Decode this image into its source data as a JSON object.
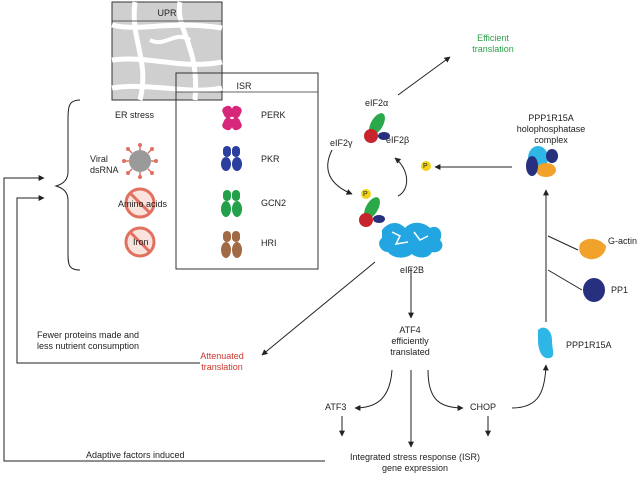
{
  "labels": {
    "upr": "UPR",
    "isr": "ISR",
    "er_stress": "ER stress",
    "viral_dsrna": "Viral\ndsRNA",
    "amino_acids": "Amino acids",
    "iron": "Iron",
    "perk": "PERK",
    "pkr": "PKR",
    "gcn2": "GCN2",
    "hri": "HRI",
    "efficient_translation": "Efficient\ntranslation",
    "eif2a": "eIF2α",
    "eif2b_beta": "eIF2β",
    "eif2g": "eIF2γ",
    "phospho": "P",
    "eif2b": "eIF2B",
    "holophosphatase": "PPP1R15A\nholophosphatase\ncomplex",
    "g_actin": "G-actin",
    "pp1": "PP1",
    "ppp1r15a": "PPP1R15A",
    "atf4": "ATF4\nefficiently\ntranslated",
    "fewer_proteins": "Fewer proteins made and\nless nutrient consumption",
    "attenuated": "Attenuated\ntranslation",
    "atf3": "ATF3",
    "chop": "CHOP",
    "adaptive": "Adaptive factors induced",
    "isr_expression": "Integrated stress response (ISR)\ngene expression"
  },
  "colors": {
    "efficient_translation": "#2e9e4a",
    "attenuated": "#c8372d",
    "perk": "#d6277a",
    "pkr": "#2a3f9e",
    "gcn2": "#22a04a",
    "hri": "#a06a44",
    "eif2_green": "#2aa84a",
    "eif2_red": "#c8242e",
    "eif2_navy": "#26307e",
    "eif2b_blue": "#22a5e0",
    "phospho_yellow": "#f2d31b",
    "gactin_orange": "#f0a22a",
    "pp1_navy": "#26307e",
    "ppp1r15a_blue": "#2eb7e6",
    "warning_red": "#e27060"
  }
}
